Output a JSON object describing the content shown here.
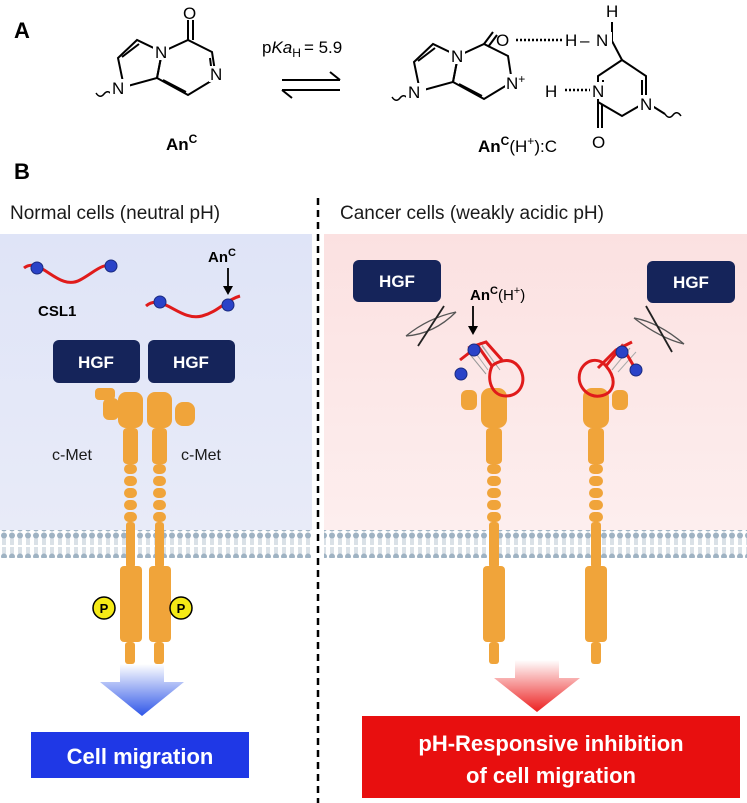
{
  "panels": {
    "a": "A",
    "b": "B"
  },
  "chemistry": {
    "pka_p": "p",
    "pka_K": "Ka",
    "pka_sub": "H",
    "pka_value": "= 5.9",
    "atom_N": "N",
    "atom_O": "O",
    "atom_H": "H",
    "atom_Nplus": "N+",
    "atom_Nplus_sup": "+",
    "ank_base": "An",
    "ank_sup": "C",
    "pair_tail": "(H+):C",
    "pair_open": "(H",
    "pair_plus": "+",
    "pair_close": "):C"
  },
  "sections": {
    "left_header": "Normal cells (neutral pH)",
    "right_header": "Cancer cells (weakly acidic pH)"
  },
  "labels": {
    "csl1": "CSL1",
    "anc_base": "An",
    "anc_sup": "C",
    "anc_h_open": "(H",
    "anc_h_plus": "+",
    "anc_h_close": ")",
    "hgf": "HGF",
    "cmet": "c-Met",
    "phospho": "P"
  },
  "outcomes": {
    "left": "Cell migration",
    "right_line1": "pH-Responsive inhibition",
    "right_line2": "of cell migration"
  },
  "colors": {
    "left_bg": "#e4e8f8",
    "right_bg": "#fce8e8",
    "hgf": "#15245a",
    "receptor": "#f0a43a",
    "aptamer": "#e01b1b",
    "bead": "#2a43c8",
    "phospho": "#f5ea16",
    "left_outcome": "#1f38e6",
    "right_outcome": "#e80f0f"
  }
}
